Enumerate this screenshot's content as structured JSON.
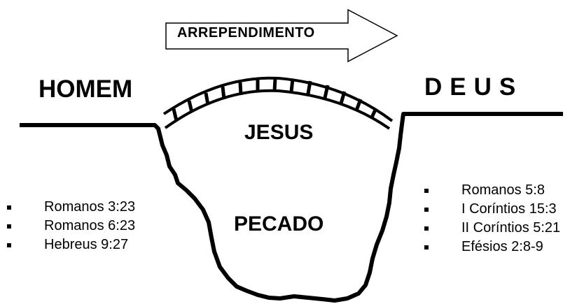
{
  "arrow": {
    "label": "ARREPENDIMENTO"
  },
  "sides": {
    "left_label": "HOMEM",
    "right_label": "DEUS"
  },
  "bridge": {
    "label": "JESUS"
  },
  "pit": {
    "label": "PECADO"
  },
  "left_references": [
    "Romanos 3:23",
    "Romanos 6:23",
    "Hebreus 9:27"
  ],
  "right_references": [
    "Romanos 5:8",
    "I Coríntios 15:3",
    "II Coríntios 5:21",
    "Efésios 2:8-9"
  ],
  "colors": {
    "ink": "#000000",
    "background": "#ffffff"
  }
}
